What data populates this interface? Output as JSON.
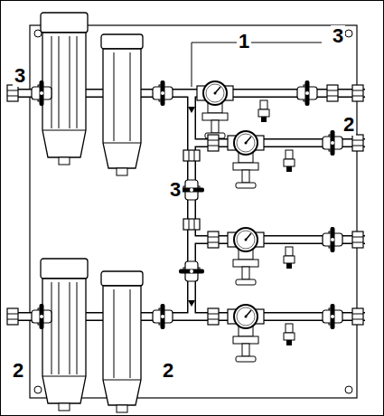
{
  "diagram": {
    "labels": [
      "1",
      "3",
      "3",
      "2",
      "3",
      "2",
      "2"
    ]
  }
}
